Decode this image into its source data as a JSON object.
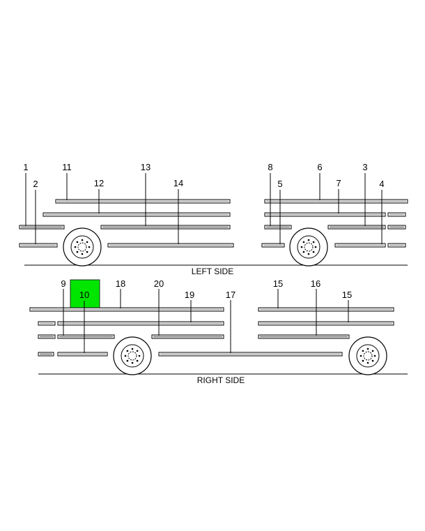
{
  "views": {
    "left_side": {
      "title": "LEFT SIDE",
      "callouts": [
        {
          "id": "1",
          "text": "1"
        },
        {
          "id": "2",
          "text": "2"
        },
        {
          "id": "11",
          "text": "11"
        },
        {
          "id": "12",
          "text": "12"
        },
        {
          "id": "13",
          "text": "13"
        },
        {
          "id": "14",
          "text": "14"
        },
        {
          "id": "8",
          "text": "8"
        },
        {
          "id": "5",
          "text": "5"
        },
        {
          "id": "6",
          "text": "6"
        },
        {
          "id": "7",
          "text": "7"
        },
        {
          "id": "3",
          "text": "3"
        },
        {
          "id": "4",
          "text": "4"
        }
      ]
    },
    "right_side": {
      "title": "RIGHT SIDE",
      "callouts": [
        {
          "id": "9",
          "text": "9"
        },
        {
          "id": "10",
          "text": "10"
        },
        {
          "id": "18",
          "text": "18"
        },
        {
          "id": "20",
          "text": "20"
        },
        {
          "id": "19",
          "text": "19"
        },
        {
          "id": "17",
          "text": "17"
        },
        {
          "id": "15a",
          "text": "15"
        },
        {
          "id": "16",
          "text": "16"
        },
        {
          "id": "15b",
          "text": "15"
        }
      ]
    }
  },
  "highlight": {
    "callout": "10",
    "color": "#00e600"
  },
  "colors": {
    "stripe_fill": "#b4b4b4",
    "line": "#000000"
  }
}
